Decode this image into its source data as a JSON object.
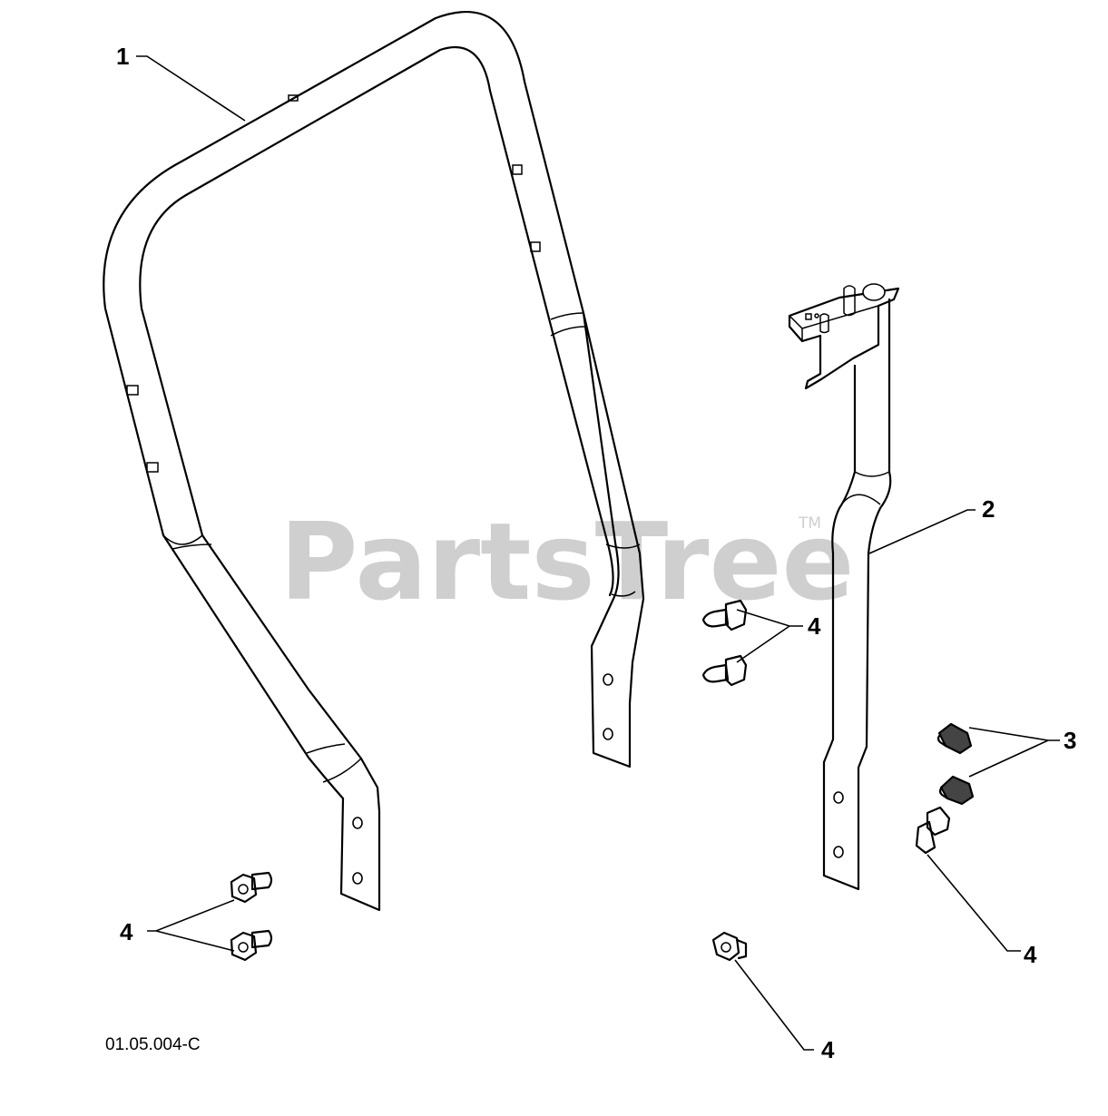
{
  "labels": {
    "part_1": "1",
    "part_2": "2",
    "part_3": "3",
    "part_4_center": "4",
    "part_4_left": "4",
    "part_4_right": "4",
    "part_4_bottom": "4"
  },
  "drawing_number": "01.05.004-C",
  "watermark": {
    "text": "PartsTree",
    "trademark": "TM"
  },
  "colors": {
    "line": "#000000",
    "watermark": "#cfcfcf",
    "background": "#ffffff"
  }
}
